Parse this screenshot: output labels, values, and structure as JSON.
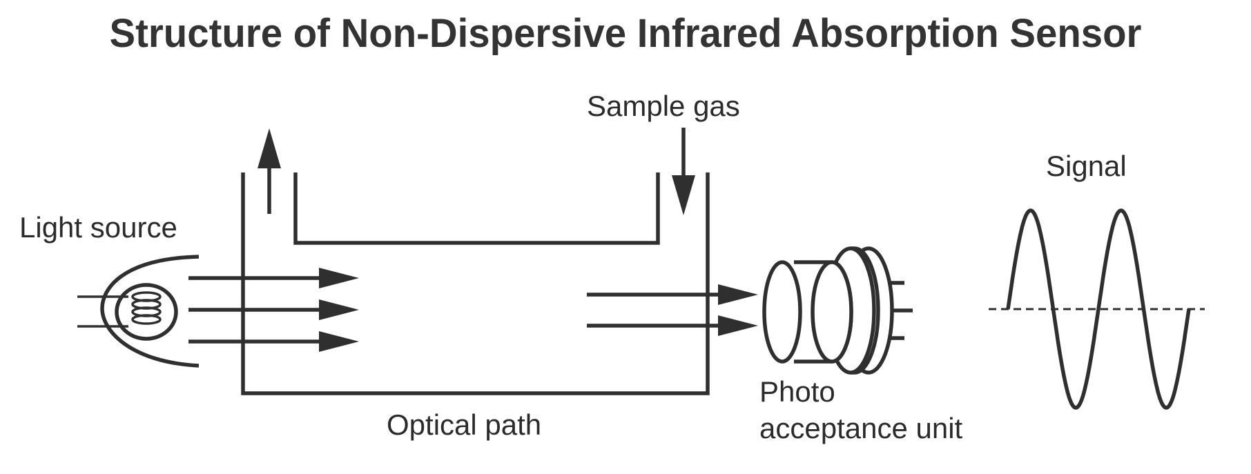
{
  "title": "Structure of Non-Dispersive Infrared Absorption Sensor",
  "labels": {
    "light_source": "Light source",
    "sample_gas": "Sample gas",
    "signal": "Signal",
    "optical_path": "Optical path",
    "photo_line1": "Photo",
    "photo_line2": "acceptance unit"
  },
  "colors": {
    "ink": "#2f2f2f",
    "background": "#ffffff"
  }
}
